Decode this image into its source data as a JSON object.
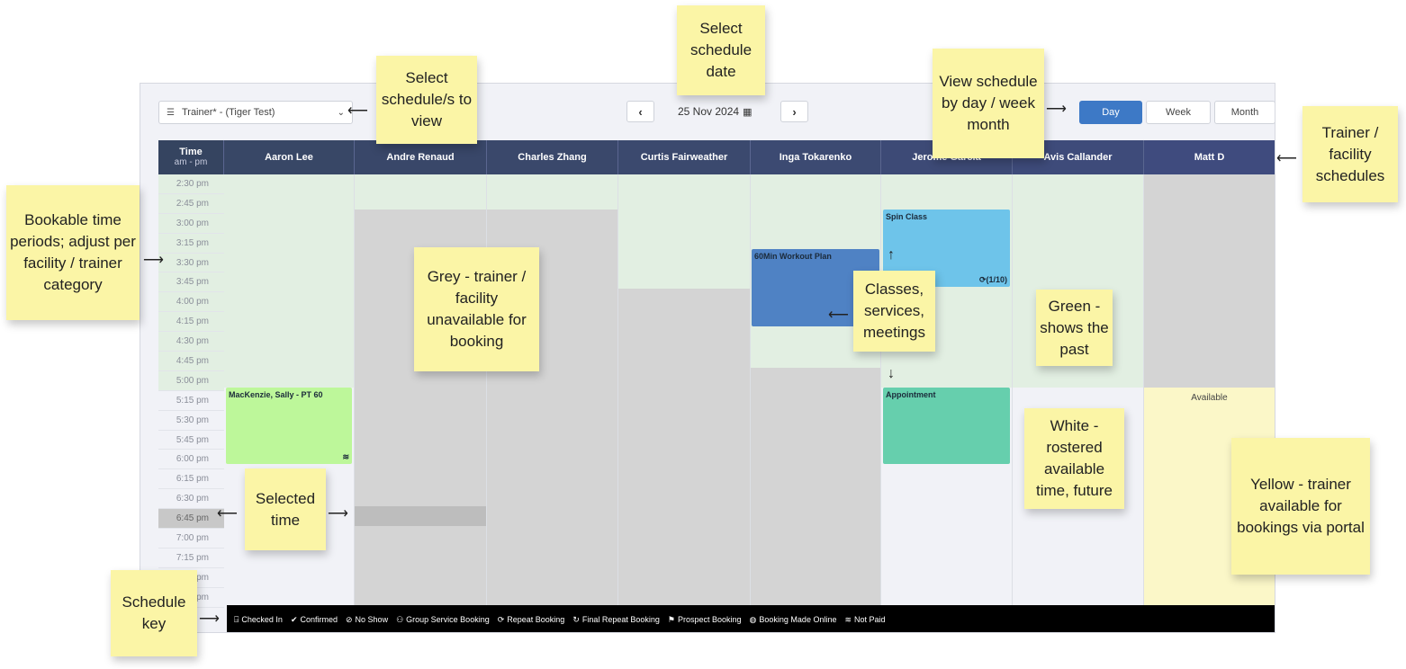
{
  "toolbar": {
    "trainer_select": "Trainer* - (Tiger Test)",
    "date": "25 Nov 2024",
    "views": [
      {
        "label": "Day",
        "active": true
      },
      {
        "label": "Week",
        "active": false
      },
      {
        "label": "Month",
        "active": false
      }
    ]
  },
  "header": {
    "time_label": "Time",
    "time_sub": "am - pm",
    "columns": [
      "Aaron Lee",
      "Andre Renaud",
      "Charles Zhang",
      "Curtis Fairweather",
      "Inga Tokarenko",
      "Jerome Garcia",
      "Avis Callander",
      "Matt D"
    ]
  },
  "times": [
    "2:30 pm",
    "2:45 pm",
    "3:00 pm",
    "3:15 pm",
    "3:30 pm",
    "3:45 pm",
    "4:00 pm",
    "4:15 pm",
    "4:30 pm",
    "4:45 pm",
    "5:00 pm",
    "5:15 pm",
    "5:30 pm",
    "5:45 pm",
    "6:00 pm",
    "6:15 pm",
    "6:30 pm",
    "6:45 pm",
    "7:00 pm",
    "7:15 pm",
    "7:30 pm",
    "7:45 pm"
  ],
  "events": {
    "mackenzie": {
      "title": "MacKenzie, Sally - PT 60",
      "meta": "≋"
    },
    "workout": {
      "title": "60Min Workout Plan"
    },
    "spin": {
      "title": "Spin Class",
      "meta": "⟳(1/10)"
    },
    "appointment": {
      "title": "Appointment"
    },
    "available": "Available"
  },
  "key": [
    {
      "icon": "⍈",
      "label": "Checked In"
    },
    {
      "icon": "✔",
      "label": "Confirmed"
    },
    {
      "icon": "⊘",
      "label": "No Show"
    },
    {
      "icon": "⚇",
      "label": "Group Service Booking"
    },
    {
      "icon": "⟳",
      "label": "Repeat Booking"
    },
    {
      "icon": "↻",
      "label": "Final Repeat Booking"
    },
    {
      "icon": "⚑",
      "label": "Prospect Booking"
    },
    {
      "icon": "◍",
      "label": "Booking Made Online"
    },
    {
      "icon": "≋",
      "label": "Not Paid"
    }
  ],
  "notes": {
    "select_schedule": "Select schedule/s to view",
    "select_date": "Select schedule date",
    "view_by": "View schedule by day / week month",
    "trainer_schedules": "Trainer / facility schedules",
    "bookable": "Bookable time periods; adjust per facility / trainer category",
    "grey": "Grey - trainer / facility unavailable for booking",
    "classes": "Classes, services, meetings",
    "green": "Green - shows the past",
    "white": "White - rostered available time, future",
    "yellow": "Yellow - trainer available for bookings via portal",
    "selected": "Selected time",
    "key": "Schedule key"
  },
  "colors": {
    "header": "#3a4a72",
    "past": "#e2efe2",
    "unavailable": "#d4d4d4",
    "portal": "#fbf7c8",
    "mackenzie": "#bdf79a",
    "workout": "#4f82c4",
    "spin": "#6ec4ea",
    "appointment": "#66cfad",
    "note": "#fbf5a6"
  }
}
